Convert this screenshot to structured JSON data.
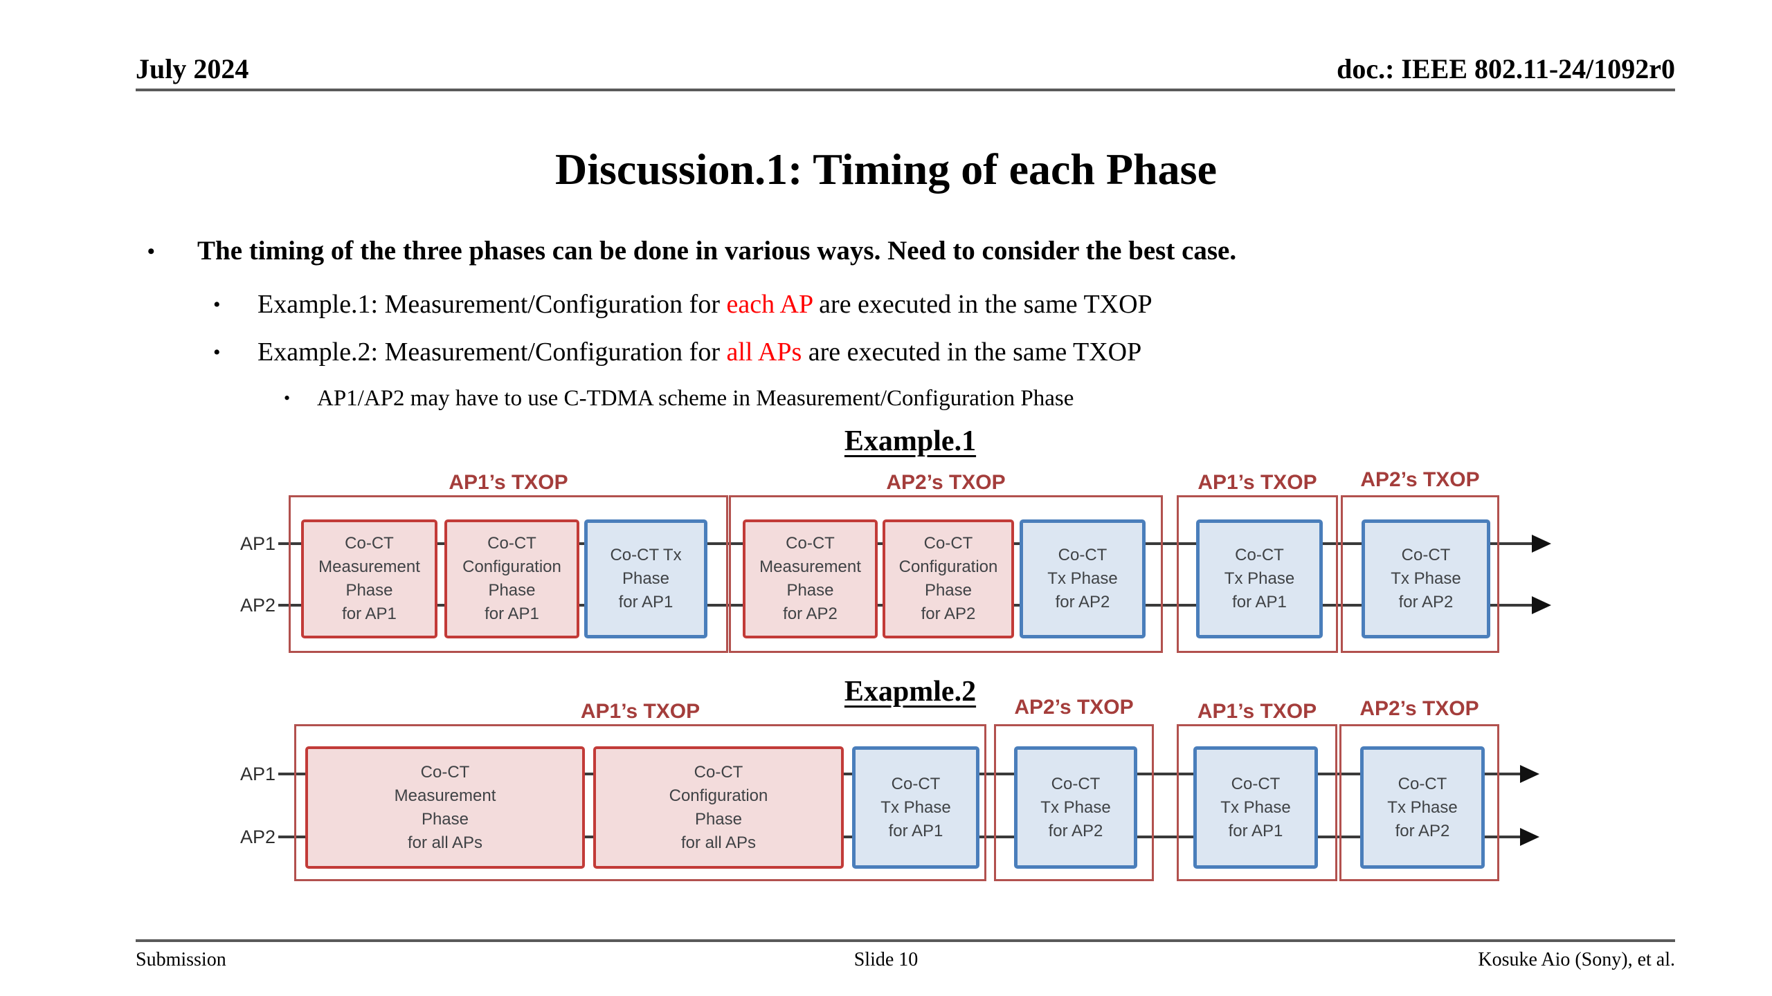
{
  "header": {
    "date": "July 2024",
    "doc_id": "doc.: IEEE 802.11-24/1092r0"
  },
  "title": "Discussion.1: Timing of each Phase",
  "bullets": {
    "marker": "•",
    "main": "The timing of the three phases can be done in various ways. Need to consider the best case.",
    "sub1": {
      "pre": "Example.1: Measurement/Configuration for ",
      "highlight": "each AP",
      "post": " are executed in the same TXOP"
    },
    "sub2": {
      "pre": "Example.2: Measurement/Configuration for ",
      "highlight": "all APs",
      "post": " are executed in the same TXOP"
    },
    "sub3": "AP1/AP2 may have to use C-TDMA scheme in Measurement/Configuration Phase"
  },
  "example1": {
    "heading": "Example.1",
    "row_labels": [
      "AP1",
      "AP2"
    ],
    "groups": [
      {
        "label": "AP1’s TXOP",
        "boxes": [
          {
            "text": "Co-CT\nMeasurement\nPhase\nfor AP1",
            "type": "pink"
          },
          {
            "text": "Co-CT\nConfiguration\nPhase\nfor AP1",
            "type": "pink"
          },
          {
            "text": "Co-CT Tx\nPhase\nfor AP1",
            "type": "blue"
          }
        ]
      },
      {
        "label": "AP2’s TXOP",
        "boxes": [
          {
            "text": "Co-CT\nMeasurement\nPhase\nfor AP2",
            "type": "pink"
          },
          {
            "text": "Co-CT\nConfiguration\nPhase\nfor AP2",
            "type": "pink"
          },
          {
            "text": "Co-CT\nTx Phase\nfor AP2",
            "type": "blue"
          }
        ]
      },
      {
        "label": "AP1’s TXOP",
        "boxes": [
          {
            "text": "Co-CT\nTx Phase\nfor AP1",
            "type": "blue"
          }
        ]
      },
      {
        "label": "AP2’s TXOP",
        "boxes": [
          {
            "text": "Co-CT\nTx Phase\nfor AP2",
            "type": "blue"
          }
        ]
      }
    ]
  },
  "example2": {
    "heading": "Exapmle.2",
    "row_labels": [
      "AP1",
      "AP2"
    ],
    "groups": [
      {
        "label": "AP1’s TXOP",
        "boxes": [
          {
            "text": "Co-CT\nMeasurement\nPhase\nfor all APs",
            "type": "pink"
          },
          {
            "text": "Co-CT\nConfiguration\nPhase\nfor all APs",
            "type": "pink"
          },
          {
            "text": "Co-CT\nTx Phase\nfor AP1",
            "type": "blue"
          }
        ]
      },
      {
        "label": "AP2’s TXOP",
        "boxes": [
          {
            "text": "Co-CT\nTx Phase\nfor AP2",
            "type": "blue"
          }
        ]
      },
      {
        "label": "AP1’s TXOP",
        "boxes": [
          {
            "text": "Co-CT\nTx Phase\nfor AP1",
            "type": "blue"
          }
        ]
      },
      {
        "label": "AP2’s TXOP",
        "boxes": [
          {
            "text": "Co-CT\nTx Phase\nfor AP2",
            "type": "blue"
          }
        ]
      }
    ]
  },
  "footer": {
    "left": "Submission",
    "center": "Slide 10",
    "right": "Kosuke Aio (Sony), et al."
  },
  "colors": {
    "highlight_red": "#ff0000",
    "txop_label": "#a43d3b",
    "group_border": "#b2514e",
    "pink_fill": "#f3dcdc",
    "pink_border": "#c23b38",
    "blue_fill": "#dce6f2",
    "blue_border": "#4a7ebb",
    "timeline": "#3a3a3a",
    "rule_gray": "#5a5a5a"
  }
}
